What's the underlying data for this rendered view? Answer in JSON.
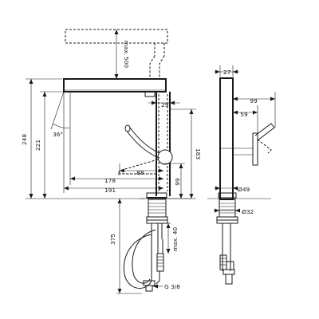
{
  "dimensions": {
    "max500_max": "max.",
    "max500_value": "500",
    "d248": "248",
    "d221": "221",
    "angle36": "36°",
    "d29": "29",
    "d183": "183",
    "d88": "88",
    "d178": "178",
    "d191": "191",
    "d66": "66",
    "d375": "375",
    "max40": "max. 40",
    "g38": "G 3/8",
    "d27": "27",
    "d99": "99",
    "d59": "59",
    "d49": "Ø49",
    "d32": "Ø32"
  }
}
